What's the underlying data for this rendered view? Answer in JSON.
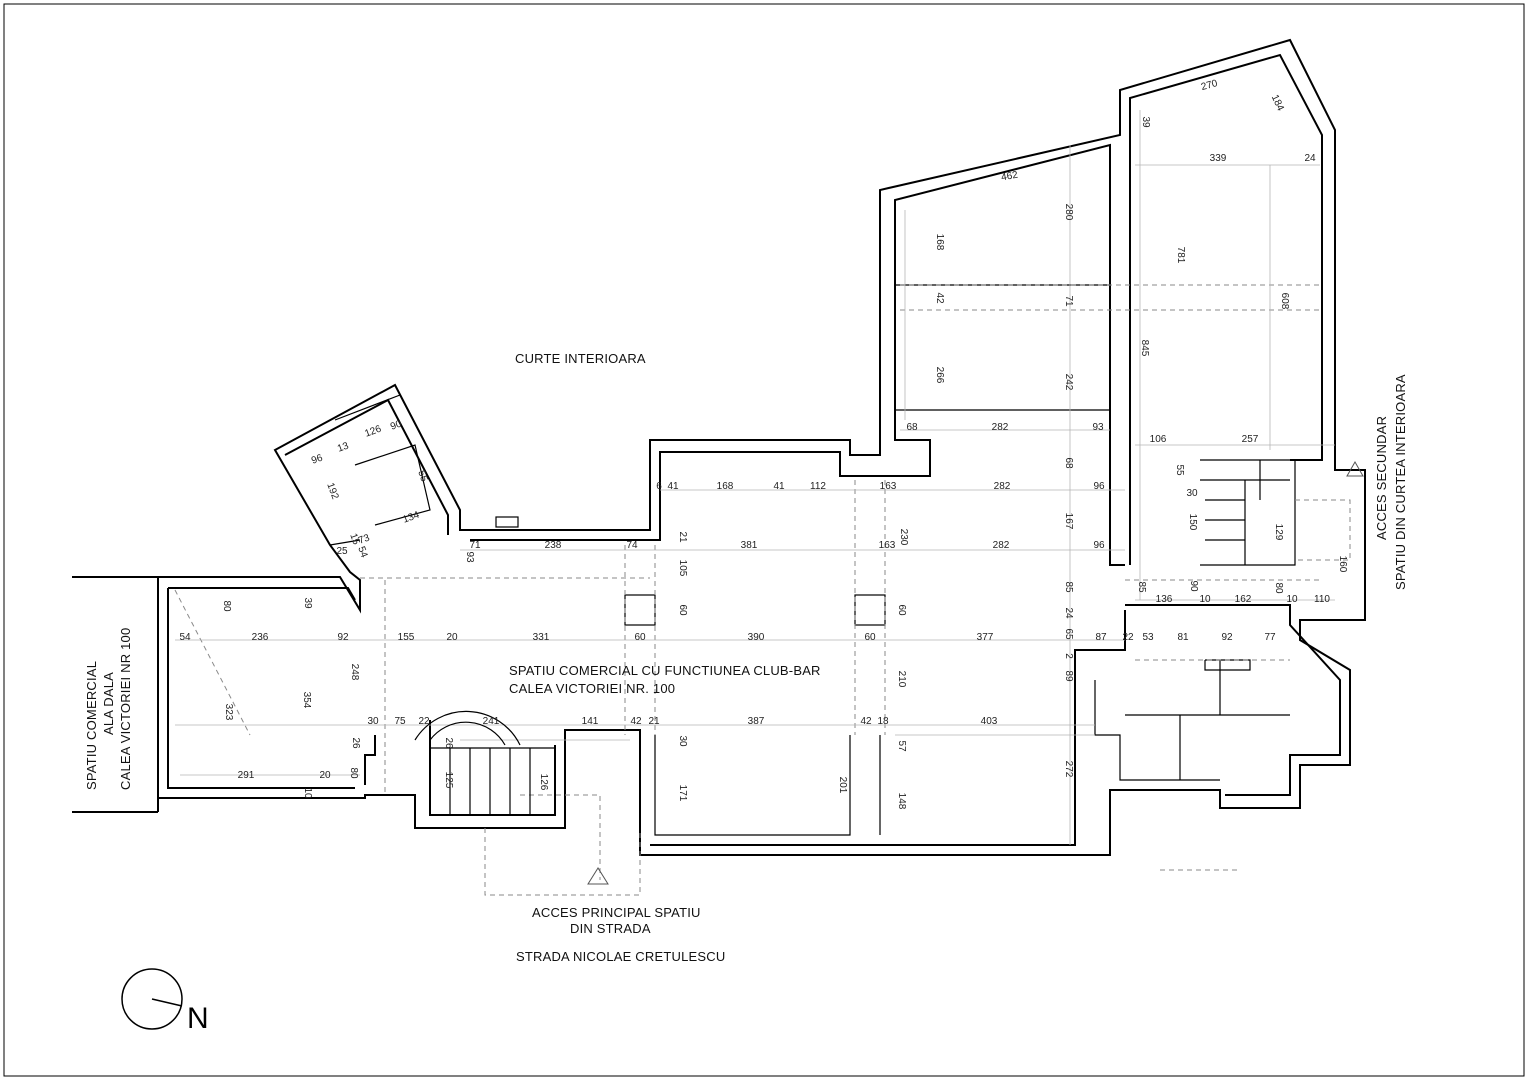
{
  "labels": {
    "courtyard": "CURTE INTERIOARA",
    "main_space_1": "SPATIU COMERCIAL CU FUNCTIUNEA CLUB-BAR",
    "main_space_2": "CALEA VICTORIEI NR. 100",
    "secondary_access_1": "ACCES SECUNDAR",
    "secondary_access_2": "SPATIU DIN CURTEA INTERIOARA",
    "main_access_1": "ACCES PRINCIPAL SPATIU",
    "main_access_2": "DIN STRADA",
    "street": "STRADA NICOLAE CRETULESCU",
    "neighbor_1": "SPATIU COMERCIAL",
    "neighbor_2": "ALA DALA",
    "neighbor_3": "CALEA VICTORIEI NR 100",
    "north": "N"
  },
  "dimensions": [
    {
      "text": "270",
      "rot": -15
    },
    {
      "text": "184",
      "rot": 65
    },
    {
      "text": "39",
      "rot": 90
    },
    {
      "text": "339",
      "rot": 0
    },
    {
      "text": "24",
      "rot": 0
    },
    {
      "text": "462",
      "rot": -10
    },
    {
      "text": "280",
      "rot": 90
    },
    {
      "text": "168",
      "rot": 90
    },
    {
      "text": "781",
      "rot": 90
    },
    {
      "text": "42",
      "rot": 90
    },
    {
      "text": "71",
      "rot": 90
    },
    {
      "text": "608",
      "rot": 90
    },
    {
      "text": "845",
      "rot": 90
    },
    {
      "text": "266",
      "rot": 90
    },
    {
      "text": "242",
      "rot": 90
    },
    {
      "text": "68",
      "rot": 0
    },
    {
      "text": "282",
      "rot": 0
    },
    {
      "text": "93",
      "rot": 0
    },
    {
      "text": "106",
      "rot": 0
    },
    {
      "text": "257",
      "rot": 0
    },
    {
      "text": "68",
      "rot": 90
    },
    {
      "text": "55",
      "rot": 90
    },
    {
      "text": "30",
      "rot": 0
    },
    {
      "text": "6",
      "rot": 0
    },
    {
      "text": "41",
      "rot": 0
    },
    {
      "text": "168",
      "rot": 0
    },
    {
      "text": "41",
      "rot": 0
    },
    {
      "text": "112",
      "rot": 0
    },
    {
      "text": "163",
      "rot": 0
    },
    {
      "text": "282",
      "rot": 0
    },
    {
      "text": "96",
      "rot": 0
    },
    {
      "text": "167",
      "rot": 90
    },
    {
      "text": "150",
      "rot": 90
    },
    {
      "text": "129",
      "rot": 90
    },
    {
      "text": "71",
      "rot": 0
    },
    {
      "text": "238",
      "rot": 0
    },
    {
      "text": "74",
      "rot": 0
    },
    {
      "text": "21",
      "rot": 90
    },
    {
      "text": "381",
      "rot": 0
    },
    {
      "text": "163",
      "rot": 0
    },
    {
      "text": "230",
      "rot": 90
    },
    {
      "text": "282",
      "rot": 0
    },
    {
      "text": "96",
      "rot": 0
    },
    {
      "text": "93",
      "rot": 90
    },
    {
      "text": "105",
      "rot": 90
    },
    {
      "text": "85",
      "rot": 90
    },
    {
      "text": "85",
      "rot": 90
    },
    {
      "text": "90",
      "rot": 90
    },
    {
      "text": "80",
      "rot": 90
    },
    {
      "text": "160",
      "rot": 90
    },
    {
      "text": "136",
      "rot": 0
    },
    {
      "text": "10",
      "rot": 0
    },
    {
      "text": "162",
      "rot": 0
    },
    {
      "text": "10",
      "rot": 0
    },
    {
      "text": "110",
      "rot": 0
    },
    {
      "text": "60",
      "rot": 90
    },
    {
      "text": "60",
      "rot": 90
    },
    {
      "text": "24",
      "rot": 90
    },
    {
      "text": "80",
      "rot": 90
    },
    {
      "text": "39",
      "rot": 90
    },
    {
      "text": "54",
      "rot": 0
    },
    {
      "text": "236",
      "rot": 0
    },
    {
      "text": "92",
      "rot": 0
    },
    {
      "text": "155",
      "rot": 0
    },
    {
      "text": "20",
      "rot": 0
    },
    {
      "text": "331",
      "rot": 0
    },
    {
      "text": "60",
      "rot": 0
    },
    {
      "text": "390",
      "rot": 0
    },
    {
      "text": "60",
      "rot": 0
    },
    {
      "text": "377",
      "rot": 0
    },
    {
      "text": "65",
      "rot": 90
    },
    {
      "text": "87",
      "rot": 0
    },
    {
      "text": "22",
      "rot": 0
    },
    {
      "text": "53",
      "rot": 0
    },
    {
      "text": "81",
      "rot": 0
    },
    {
      "text": "92",
      "rot": 0
    },
    {
      "text": "77",
      "rot": 0
    },
    {
      "text": "2",
      "rot": 90
    },
    {
      "text": "248",
      "rot": 90
    },
    {
      "text": "354",
      "rot": 90
    },
    {
      "text": "323",
      "rot": 90
    },
    {
      "text": "210",
      "rot": 90
    },
    {
      "text": "89",
      "rot": 90
    },
    {
      "text": "30",
      "rot": 0
    },
    {
      "text": "75",
      "rot": 0
    },
    {
      "text": "22",
      "rot": 0
    },
    {
      "text": "241",
      "rot": 0
    },
    {
      "text": "141",
      "rot": 0
    },
    {
      "text": "42",
      "rot": 0
    },
    {
      "text": "21",
      "rot": 0
    },
    {
      "text": "387",
      "rot": 0
    },
    {
      "text": "42",
      "rot": 0
    },
    {
      "text": "18",
      "rot": 0
    },
    {
      "text": "403",
      "rot": 0
    },
    {
      "text": "26",
      "rot": 90
    },
    {
      "text": "26",
      "rot": 90
    },
    {
      "text": "30",
      "rot": 90
    },
    {
      "text": "57",
      "rot": 90
    },
    {
      "text": "291",
      "rot": 0
    },
    {
      "text": "20",
      "rot": 0
    },
    {
      "text": "80",
      "rot": 90
    },
    {
      "text": "10",
      "rot": 90
    },
    {
      "text": "125",
      "rot": 90
    },
    {
      "text": "126",
      "rot": 90
    },
    {
      "text": "171",
      "rot": 90
    },
    {
      "text": "201",
      "rot": 90
    },
    {
      "text": "148",
      "rot": 90
    },
    {
      "text": "272",
      "rot": 90
    },
    {
      "text": "96",
      "rot": -20
    },
    {
      "text": "126",
      "rot": -20
    },
    {
      "text": "90",
      "rot": -20
    },
    {
      "text": "13",
      "rot": -20
    },
    {
      "text": "192",
      "rot": 70
    },
    {
      "text": "55",
      "rot": 70
    },
    {
      "text": "134",
      "rot": -20
    },
    {
      "text": "73",
      "rot": -20
    },
    {
      "text": "15",
      "rot": 70
    },
    {
      "text": "25",
      "rot": 0
    },
    {
      "text": "54",
      "rot": 70
    }
  ]
}
